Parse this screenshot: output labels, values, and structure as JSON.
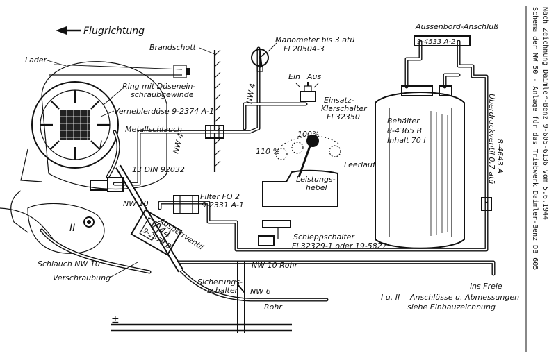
{
  "flow": {
    "direction_label": "Flugrichtung"
  },
  "title_block": {
    "line1": "Schema der MW 50 - Anlage für das Triebwerk Daimler-Benz DB 605",
    "line2": "Nach Zeichnung Daimler-Benz 9-605-6136 vom 5.6.1944"
  },
  "components": {
    "lader": "Lader",
    "brandschott": "Brandschott",
    "manometer": {
      "name": "Manometer bis 3 atü",
      "part": "Fl 20504-3"
    },
    "switch_positions": {
      "on": "Ein",
      "off": "Aus"
    },
    "einsatz": {
      "name1": "Einsatz-",
      "name2": "Klarschalter",
      "part": "Fl 32350"
    },
    "aussenbord": {
      "name": "Aussenbord-Anschluß",
      "part": "9-4533 A-2"
    },
    "behaelter": {
      "name": "Behälter",
      "part": "8-4365 B",
      "capacity": "Inhalt 70 l"
    },
    "ueberdruck": {
      "name": "Überdruckventil 0,7 atü",
      "part": "8-4643 A"
    },
    "ring": {
      "line1": "Ring mit Düsenein-",
      "line2": "schraubgewinde"
    },
    "verneblerduese": "Verneblerdüse 9-2374 A-1",
    "metallschlauch": "Metallschlauch",
    "nw4_a": "NW 4",
    "nw4_b": "NW 4",
    "din": "13 DIN 92032",
    "nw10": "NW 10",
    "filter": {
      "name": "Filter FO 2",
      "part": "9-2331 A-1"
    },
    "absperrventil": "Absperrventil",
    "valve_part": "9-2379 D",
    "valve_code": "V 44",
    "lever": {
      "p110": "110 %",
      "p100": "100%",
      "leerlauf": "Leerlauf",
      "line1": "Leistungs-",
      "line2": "hebel"
    },
    "schleppschalter": {
      "name": "Schleppschalter",
      "part": "Fl 32329-1 oder 19-5827"
    },
    "schlauch": "Schlauch NW 10",
    "verschraubung": "Verschraubung",
    "nw10_rohr": "NW 10 Rohr",
    "sicherung": {
      "line1": "Sicherungs-",
      "line2": "schalter"
    },
    "nw6": "NW 6",
    "rohr": "Rohr",
    "ins_freie": "ins Freie",
    "roman_i": "I",
    "roman_ii": "II",
    "ground": "±"
  },
  "note": {
    "prefix": "I u. II",
    "line1": "Anschlüsse u. Abmessungen",
    "line2": "siehe Einbauzeichnung"
  }
}
